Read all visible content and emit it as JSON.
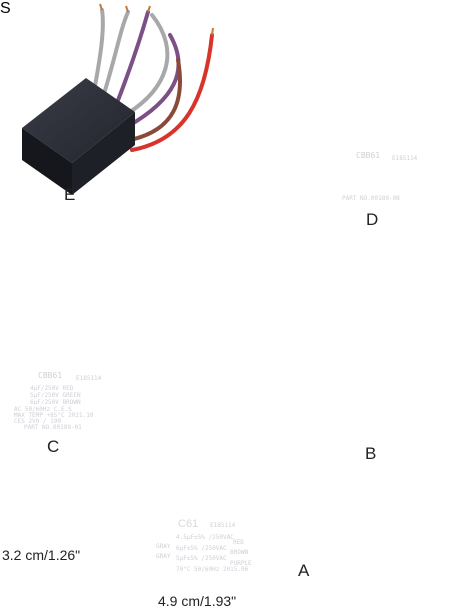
{
  "labels": {
    "e": "E",
    "d": "D",
    "c": "C",
    "b": "B",
    "a": "A"
  },
  "dimensions": {
    "height": "3.2 cm/1.26\"",
    "width": "4.9 cm/1.93\""
  },
  "capacitor_a": {
    "model": "C61",
    "cert": "E185114",
    "line1": "4.5μF±5% /250VAC",
    "line_red": "RED",
    "gray1": "GRAY",
    "line2": "6μF±5% /250VAC",
    "line_brown": "BROWN",
    "gray2": "GRAY",
    "line3": "5μF±5% /250VAC",
    "line_purple": "PURPLE",
    "footer": "70°C  50/60Hz  2015.06"
  },
  "capacitor_c": {
    "model": "CBB61",
    "cert": "E185114",
    "line1": "4μF/250V  RED",
    "line2": "5μF/250V  GREEN",
    "line3": "6μF/250V  BROWN",
    "line4": "AC 50/60Hz C.E.S",
    "line5": "MAX TEMP +85°C 2021.10",
    "line6": "CES 2V0 / 190",
    "part": "PART NO.00189-01"
  },
  "capacitor_d": {
    "model": "CBB61",
    "cert": "E185114",
    "part": "PART NO.00189-08"
  },
  "colors": {
    "capacitor_body": "#22252e",
    "wire_red": "#d8342c",
    "wire_gray": "#a8a8aa",
    "wire_purple": "#7c4f86",
    "wire_brown": "#8a4a3a",
    "wire_green": "#1e9a7a",
    "wire_white": "#e8e8ea",
    "copper": "#c07a3e"
  }
}
